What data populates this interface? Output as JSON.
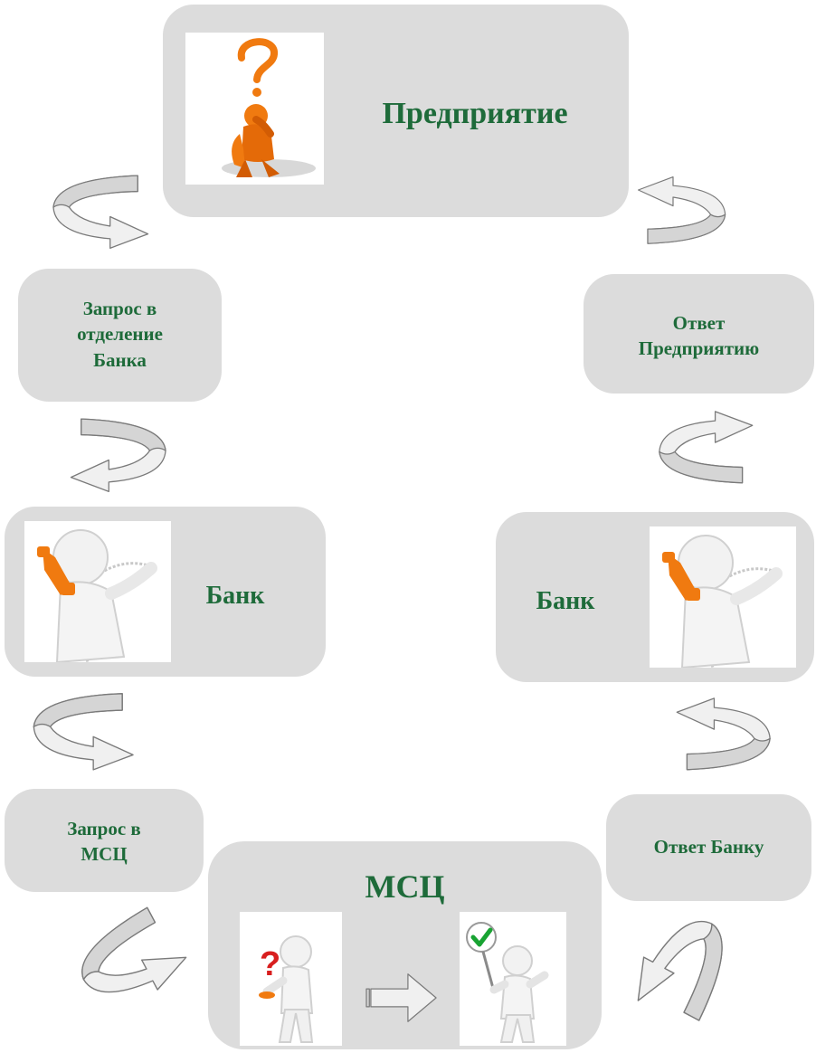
{
  "nodes": {
    "enterprise": {
      "label": "Предприятие"
    },
    "request_bank_branch": {
      "label_lines": [
        "Запрос в",
        "отделение",
        "Банка"
      ]
    },
    "bank_left": {
      "label": "Банк"
    },
    "request_msc": {
      "label_lines": [
        "Запрос в",
        "МСЦ"
      ]
    },
    "msc": {
      "label": "МСЦ"
    },
    "answer_bank": {
      "label": "Ответ Банку"
    },
    "bank_right": {
      "label": "Банк"
    },
    "answer_enterprise": {
      "label_lines": [
        "Ответ",
        "Предприятию"
      ]
    }
  },
  "colors": {
    "box": "#dcdcdc",
    "text": "#1e6b3a",
    "arrow": "#d5d5d5",
    "accent_orange": "#f07a10"
  },
  "icons": {
    "enterprise": "thinking-figure-question-icon",
    "bank": "figure-phone-icon",
    "msc_question": "figure-question-icon",
    "msc_check": "figure-checkmark-icon",
    "flow": "curved-arrow-icon",
    "msc_inner": "right-arrow-icon"
  }
}
